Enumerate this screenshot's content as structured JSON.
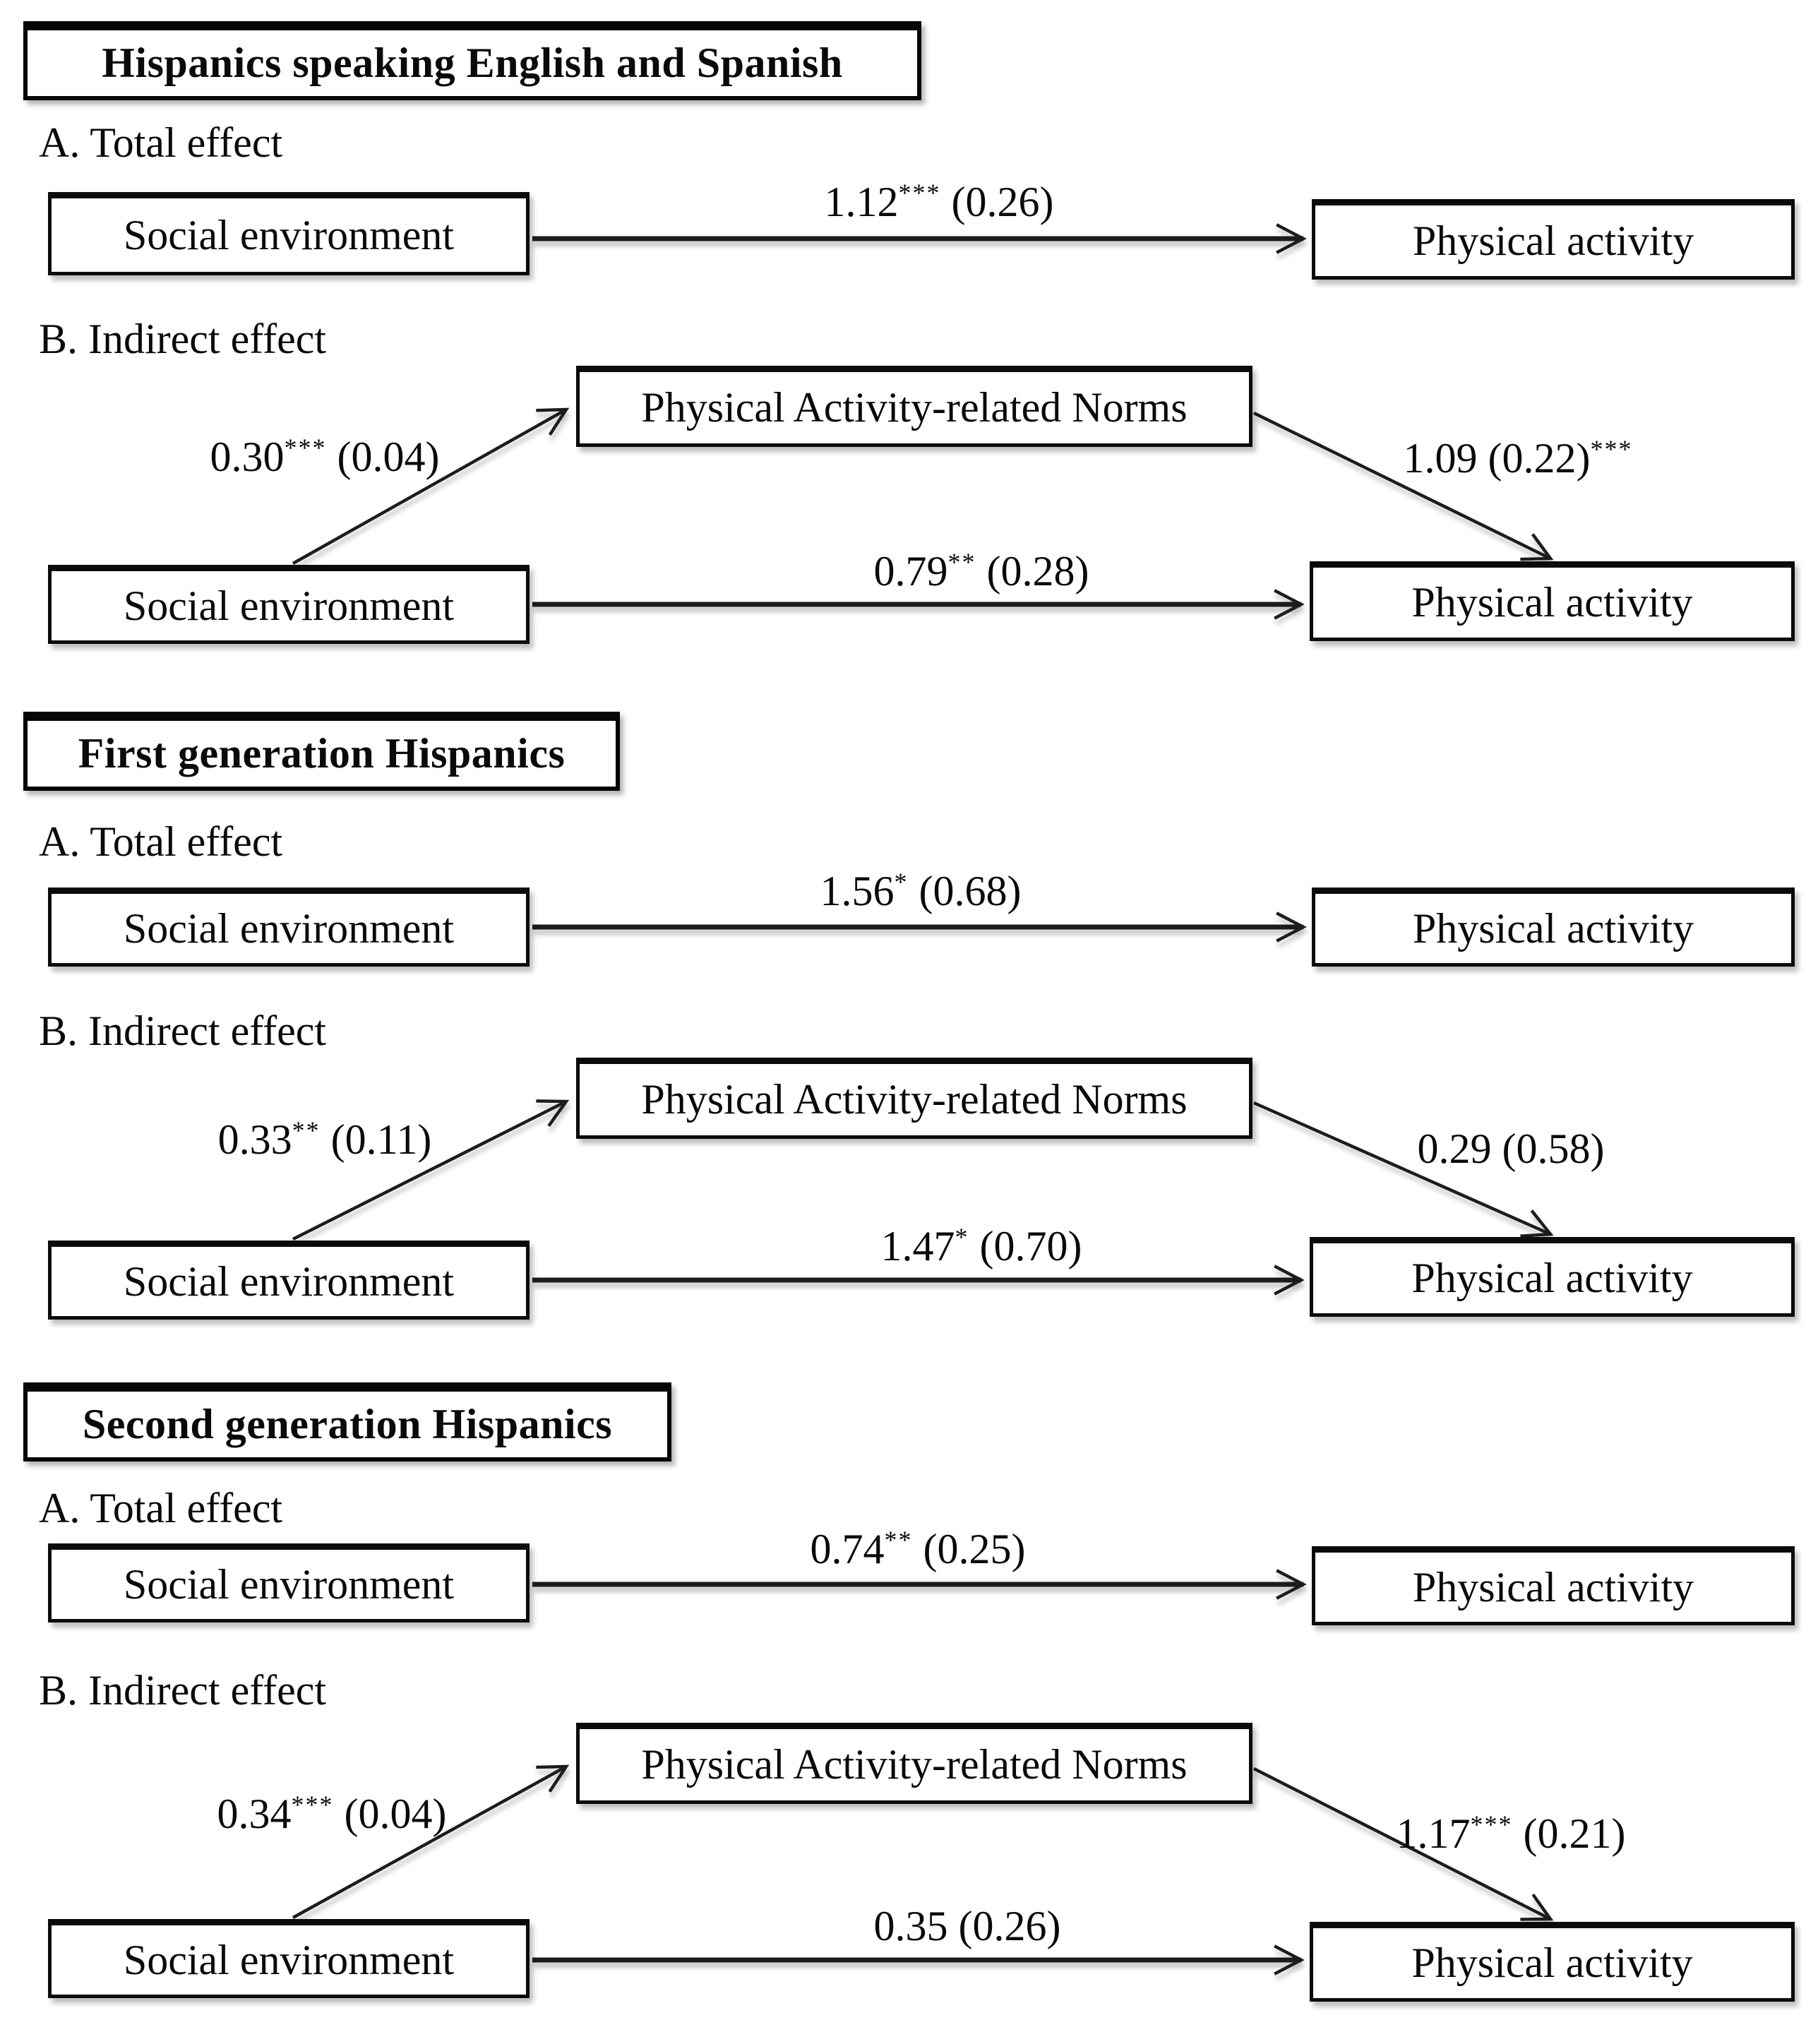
{
  "sections": [
    {
      "title": "Hispanics speaking English and Spanish",
      "panel_a_label": "A. Total effect",
      "panel_b_label": "B. Indirect effect",
      "predictor_label": "Social environment",
      "outcome_label": "Physical activity",
      "mediator_label": "Physical Activity-related Norms",
      "total_effect": {
        "pre": "1.12",
        "sup": "***",
        "post": " (0.26)"
      },
      "a_path": {
        "pre": "0.30",
        "sup": "***",
        "post": " (0.04)"
      },
      "b_path": {
        "pre": "1.09 (0.22)",
        "sup": "***",
        "post": ""
      },
      "direct_effect": {
        "pre": "0.79",
        "sup": "**",
        "post": " (0.28)"
      }
    },
    {
      "title": "First generation Hispanics",
      "panel_a_label": "A. Total effect",
      "panel_b_label": "B. Indirect effect",
      "predictor_label": "Social environment",
      "outcome_label": "Physical activity",
      "mediator_label": "Physical Activity-related Norms",
      "total_effect": {
        "pre": "1.56",
        "sup": "*",
        "post": " (0.68)"
      },
      "a_path": {
        "pre": "0.33",
        "sup": "**",
        "post": " (0.11)"
      },
      "b_path": {
        "pre": "0.29",
        "sup": "",
        "post": " (0.58)"
      },
      "direct_effect": {
        "pre": "1.47",
        "sup": "*",
        "post": " (0.70)"
      }
    },
    {
      "title": "Second generation Hispanics",
      "panel_a_label": "A. Total effect",
      "panel_b_label": "B. Indirect effect",
      "predictor_label": "Social environment",
      "outcome_label": "Physical activity",
      "mediator_label": "Physical Activity-related Norms",
      "total_effect": {
        "pre": "0.74",
        "sup": "**",
        "post": " (0.25)"
      },
      "a_path": {
        "pre": "0.34",
        "sup": "***",
        "post": " (0.04)"
      },
      "b_path": {
        "pre": "1.17",
        "sup": "***",
        "post": " (0.21)"
      },
      "direct_effect": {
        "pre": "0.35",
        "sup": "",
        "post": " (0.26)"
      }
    }
  ],
  "colors": {
    "ink": "#1c1c1c",
    "background": "#ffffff"
  }
}
